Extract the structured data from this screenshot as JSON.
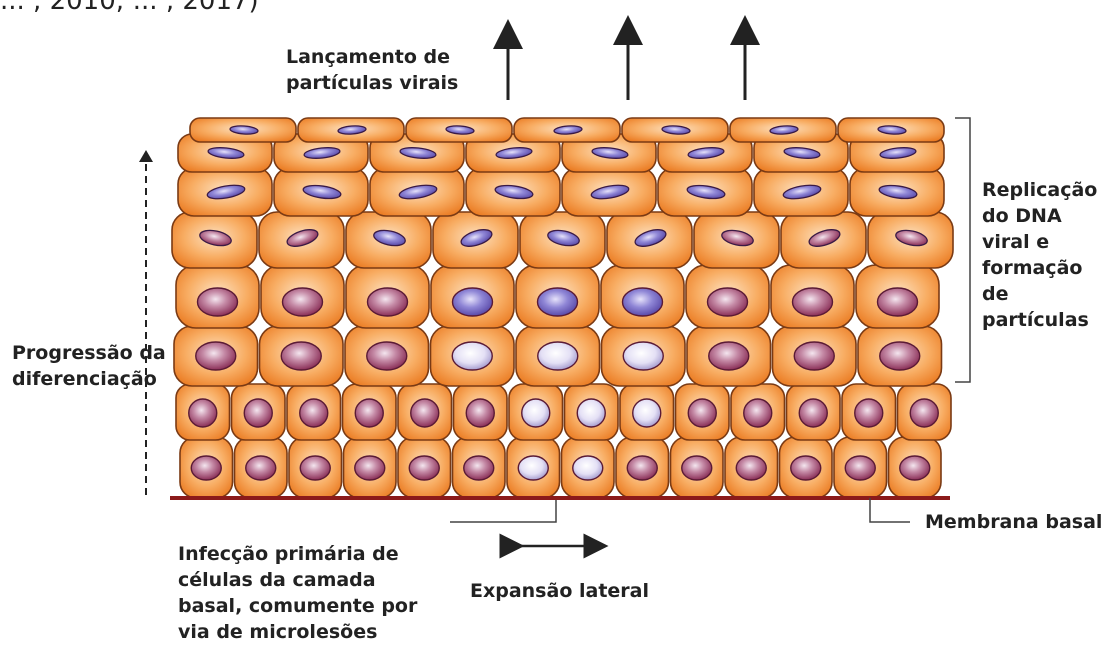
{
  "top_cut_text": "... , 2010; ... , 2017)",
  "labels": {
    "release": "Lançamento de\npartículas virais",
    "replication": "Replicação\ndo DNA\nviral e\nformação\nde\npartículas",
    "progression": "Progressão da\ndiferenciação",
    "membrane": "Membrana basal",
    "infection": "Infecção primária de\ncélulas da camada\nbasal, comumente por\nvia de microlesões",
    "expansion": "Expansão lateral"
  },
  "colors": {
    "cell_light": "#fbd0a2",
    "cell_mid": "#f7a95a",
    "cell_dark": "#ec7d24",
    "cell_stroke": "#7a3a14",
    "nucleus_normal": "#a84a6e",
    "nucleus_blue": "#7b6fc4",
    "nucleus_pale": "#d8d2ee",
    "membrane": "#8b1a1a",
    "line": "#222222"
  }
}
